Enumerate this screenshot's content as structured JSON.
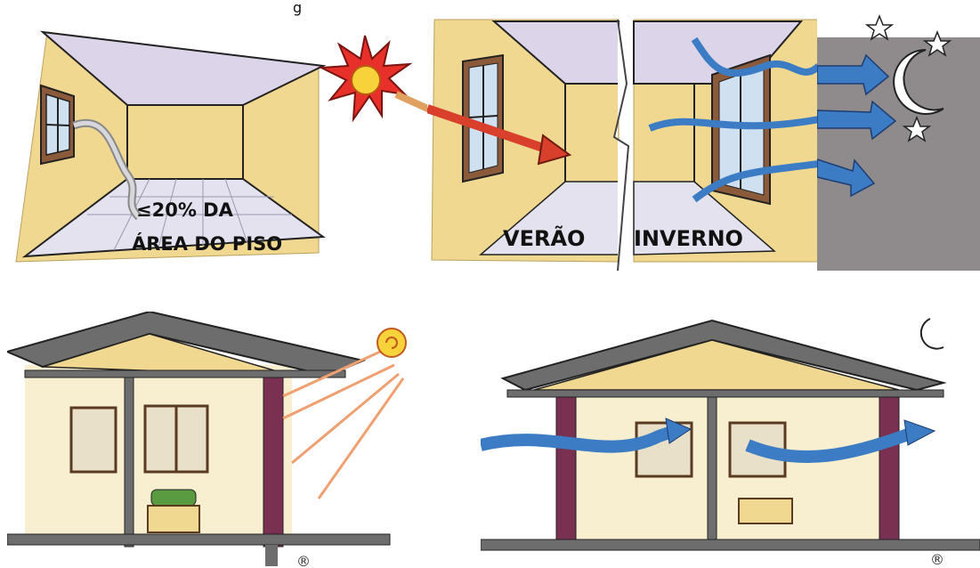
{
  "title_fragment": "g",
  "panel_room": {
    "label_line1": "≤20% DA",
    "label_line2": "ÁREA DO PISO"
  },
  "panel_seasons": {
    "summer_label": "VERÃO",
    "winter_label": "INVERNO"
  },
  "registered_mark": "®",
  "colors": {
    "wall": "#f0d890",
    "ceiling": "#dcd4e8",
    "floor": "#e4e2ee",
    "night": "#8f8b8c",
    "sun": "#e8302a",
    "sun_core": "#f7d23a",
    "wind": "#3b7cc4",
    "heat_arrow": "#d9402c",
    "roof": "#6d6d6d",
    "sun_rays": "#f0a070"
  }
}
